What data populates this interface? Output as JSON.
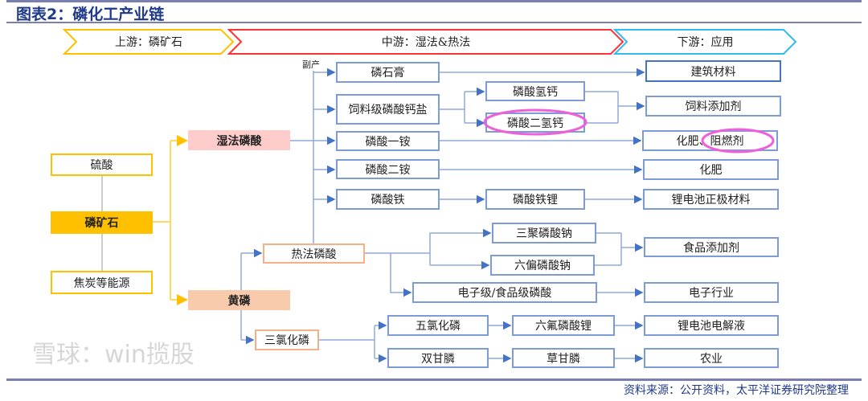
{
  "title": "图表2：磷化工产业链",
  "stages": {
    "upstream": "上游：磷矿石",
    "midstream": "中游：湿法&热法",
    "downstream": "下游：应用"
  },
  "inputs": {
    "sulfuric": "硫酸",
    "phosphate_rock": "磷矿石",
    "coke": "焦炭等能源"
  },
  "processes": {
    "wet": "湿法磷酸",
    "yellow": "黄磷",
    "thermal": "热法磷酸",
    "pcl3": "三氯化磷"
  },
  "byproduct_label": "副产",
  "mid": {
    "gypsum": "磷石膏",
    "feed_ca": "饲料级磷酸钙盐",
    "map": "磷酸一铵",
    "dap": "磷酸二铵",
    "fepo4": "磷酸铁",
    "dcp": "磷酸氢钙",
    "mcp": "磷酸二氢钙",
    "lfp": "磷酸铁锂",
    "stpp": "三聚磷酸钠",
    "shmp": "六偏磷酸钠",
    "elec_acid": "电子级/食品级磷酸",
    "pcl5": "五氯化磷",
    "lipf6": "六氟磷酸锂",
    "pmida": "双甘膦",
    "glyphosate": "草甘膦"
  },
  "apps": {
    "building": "建筑材料",
    "feed_add": "饲料添加剂",
    "fert_fr": "化肥、阻燃剂",
    "fert": "化肥",
    "cathode": "锂电池正极材料",
    "food_add": "食品添加剂",
    "electronics": "电子行业",
    "electrolyte": "锂电池电解液",
    "agri": "农业"
  },
  "source": "资料来源：公开资料，太平洋证券研究院整理",
  "watermark": "雪球：win揽股",
  "colors": {
    "line": "#8faadc",
    "arrow": "#4472c4",
    "highlight": "#ee5fd8"
  }
}
